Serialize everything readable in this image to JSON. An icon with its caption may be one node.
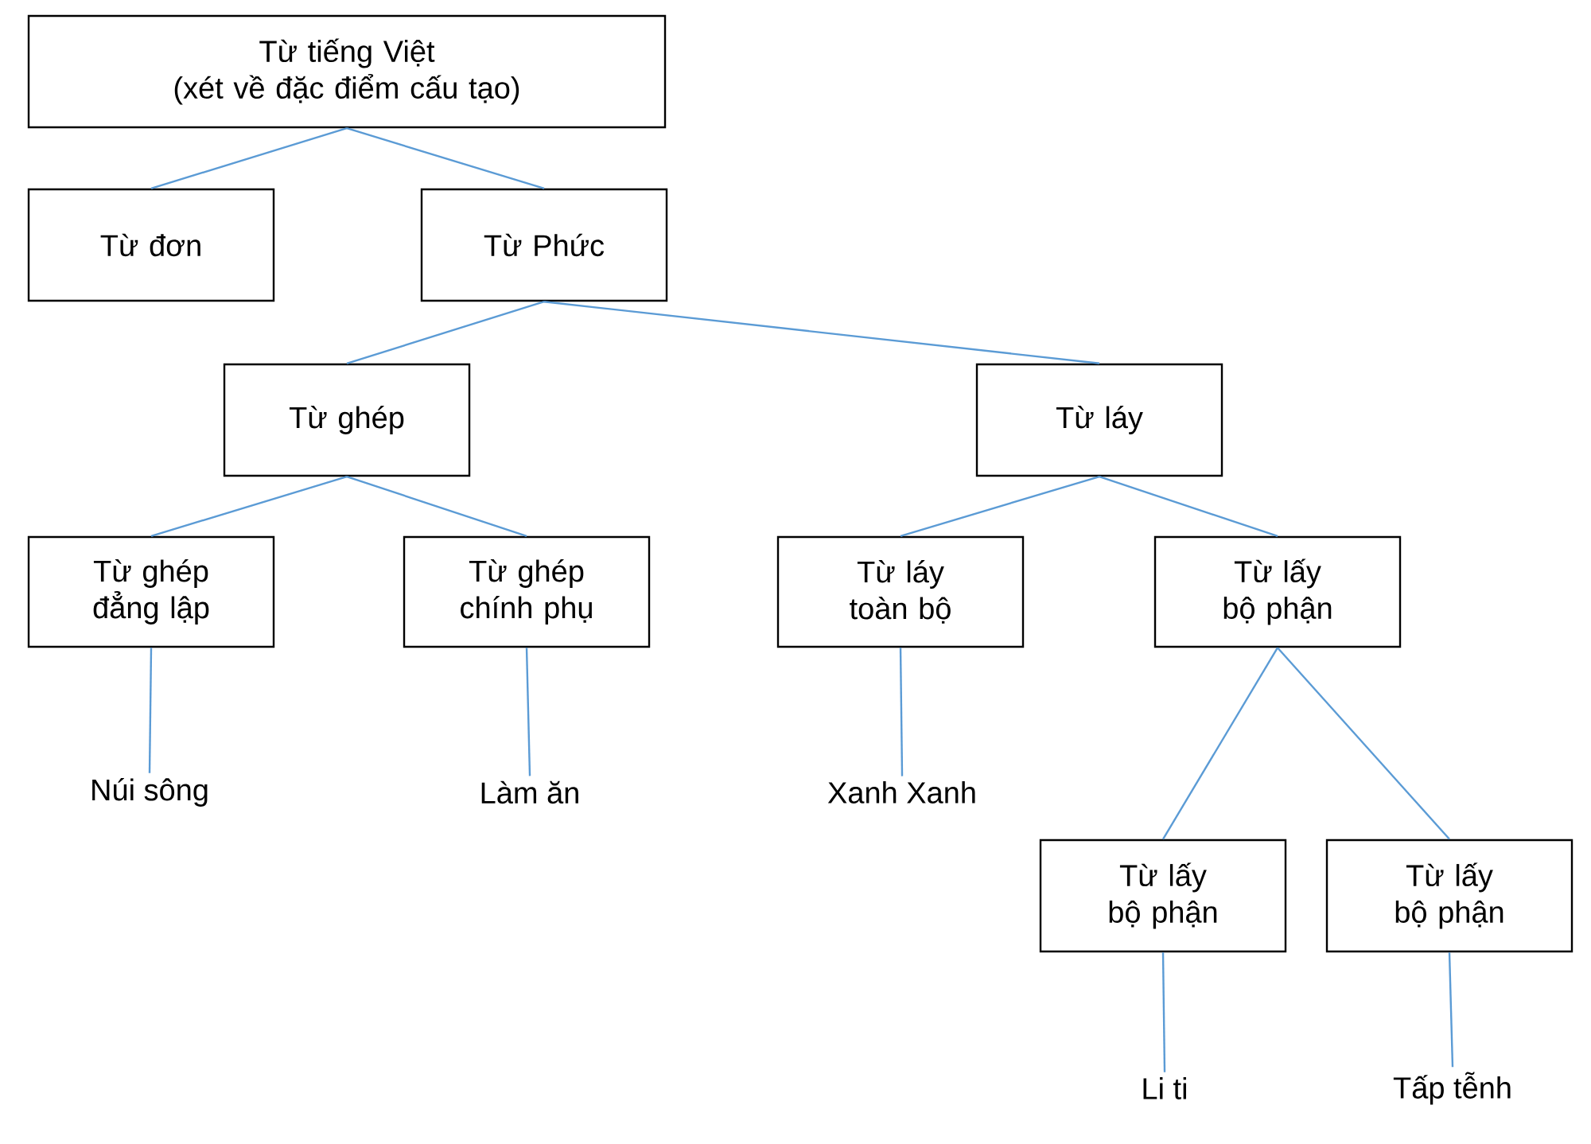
{
  "diagram": {
    "nodes": [
      {
        "text": [
          "Từ tiếng Việt",
          "(xét về đặc điểm cấu tạo)"
        ]
      },
      {
        "text": [
          "Từ đơn"
        ]
      },
      {
        "text": [
          "Từ Phức"
        ]
      },
      {
        "text": [
          "Từ ghép"
        ]
      },
      {
        "text": [
          "Từ láy"
        ]
      },
      {
        "text": [
          "Từ ghép đẳng lập"
        ]
      },
      {
        "text": [
          "Từ ghép chính phụ"
        ]
      },
      {
        "text": [
          "Từ láy toàn bộ"
        ]
      },
      {
        "text": [
          "Từ lấy bộ phận"
        ]
      },
      {
        "text": [
          "Núi sông"
        ]
      },
      {
        "text": [
          "Làm ăn"
        ]
      },
      {
        "text": [
          "Xanh Xanh"
        ]
      },
      {
        "text": [
          "Từ lấy bộ phận"
        ]
      },
      {
        "text": [
          "Từ lấy bộ phận"
        ]
      },
      {
        "text": [
          "Li ti"
        ]
      },
      {
        "text": [
          "Tấp tễnh"
        ]
      }
    ],
    "edges": [
      {
        "from": 0,
        "to": 1,
        "arrow": "none"
      },
      {
        "from": 0,
        "to": 2,
        "arrow": "none"
      },
      {
        "from": 2,
        "to": 3,
        "arrow": "none"
      },
      {
        "from": 2,
        "to": 4,
        "arrow": "none"
      },
      {
        "from": 3,
        "to": 5,
        "arrow": "none"
      },
      {
        "from": 3,
        "to": 6,
        "arrow": "none"
      },
      {
        "from": 4,
        "to": 7,
        "arrow": "none"
      },
      {
        "from": 4,
        "to": 8,
        "arrow": "none"
      },
      {
        "from": 5,
        "to": 9,
        "arrow": "none"
      },
      {
        "from": 6,
        "to": 10,
        "arrow": "none"
      },
      {
        "from": 7,
        "to": 11,
        "arrow": "none"
      },
      {
        "from": 8,
        "to": 12,
        "arrow": "none"
      },
      {
        "from": 8,
        "to": 13,
        "arrow": "none"
      },
      {
        "from": 12,
        "to": 14,
        "arrow": "none"
      },
      {
        "from": 13,
        "to": 15,
        "arrow": "none"
      }
    ]
  }
}
